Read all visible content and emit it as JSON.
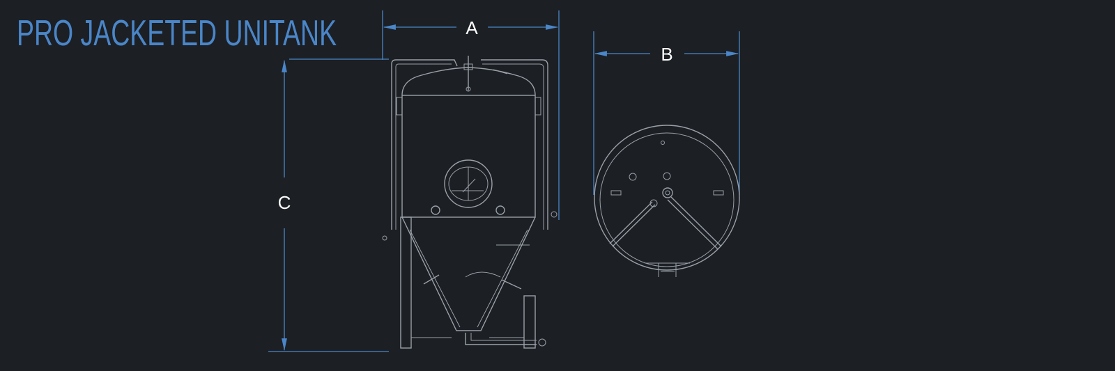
{
  "title": "PRO JACKETED UNITANK",
  "dimensions": {
    "a": "A",
    "b": "B",
    "c": "C"
  },
  "colors": {
    "background": "#1c1f24",
    "accent": "#4a86c8",
    "linework": "#9aa0a8"
  }
}
